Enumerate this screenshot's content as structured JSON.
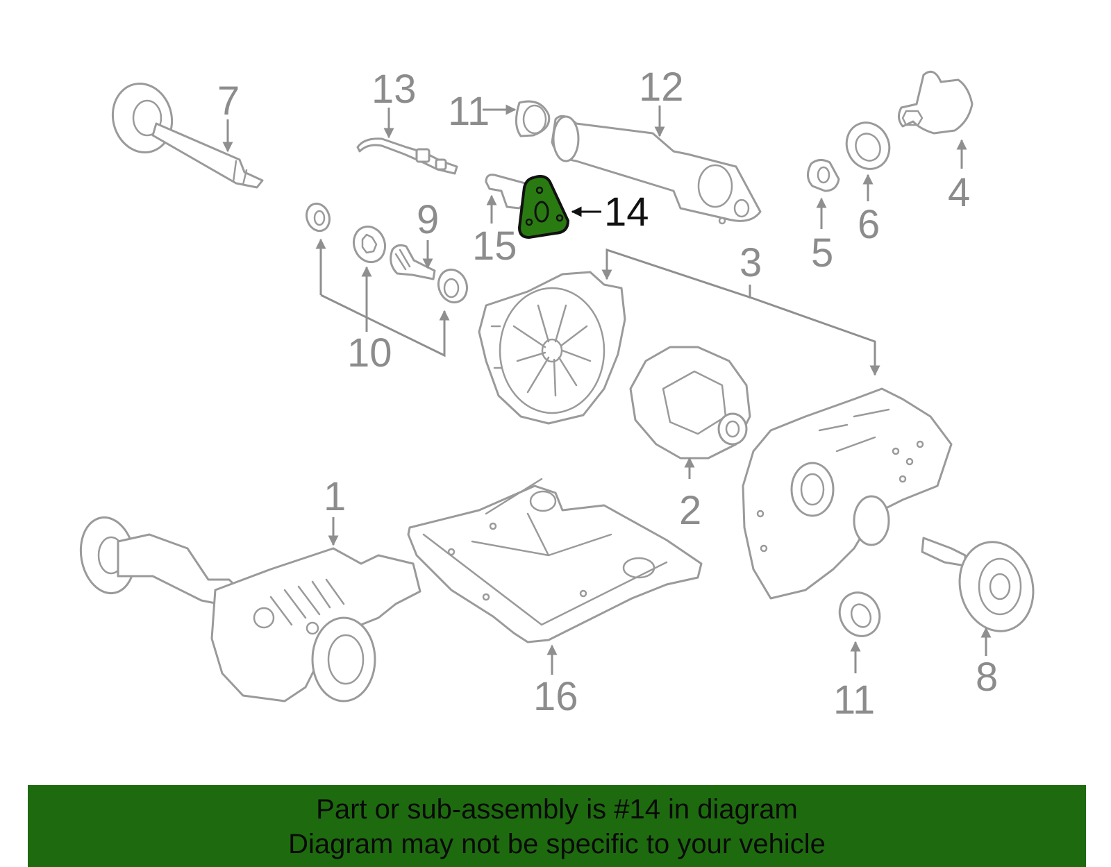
{
  "callouts": {
    "c1": "1",
    "c2": "2",
    "c3": "3",
    "c4": "4",
    "c5": "5",
    "c6": "6",
    "c7": "7",
    "c8": "8",
    "c9": "9",
    "c10": "10",
    "c11a": "11",
    "c11b": "11",
    "c12": "12",
    "c13": "13",
    "c14": "14",
    "c15": "15",
    "c16": "16"
  },
  "highlight": {
    "part": "14",
    "color": "#2a7a12"
  },
  "banner": {
    "line1": "Part or sub-assembly is #14 in diagram",
    "line2": "Diagram may not be specific to your vehicle",
    "color": "#1e6b0f"
  }
}
